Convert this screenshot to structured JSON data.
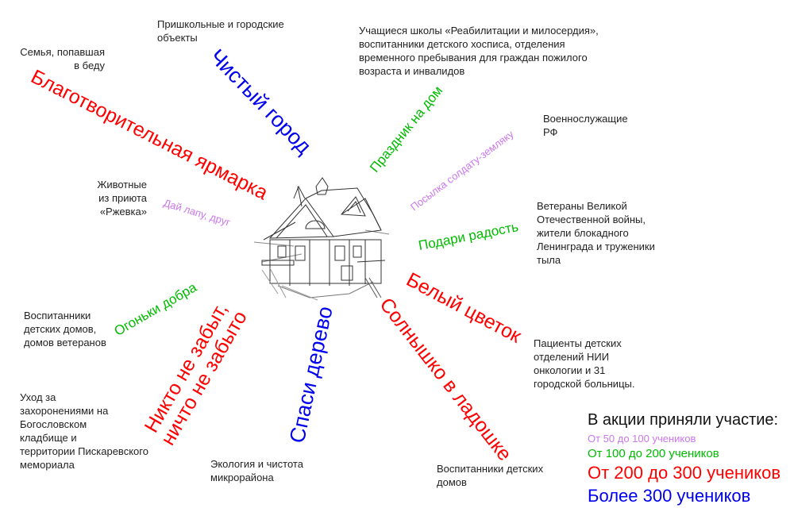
{
  "colors": {
    "purple": "#cc77ee",
    "green": "#00bb00",
    "red": "#ff0000",
    "blue": "#0000ee"
  },
  "actions": {
    "charity_fair": "Благотворительная ярмарка",
    "clean_city": "Чистый город",
    "holiday_home": "Праздник на дом",
    "parcel_soldier": "Посылка солдату-земляку",
    "give_joy": "Подари радость",
    "white_flower": "Белый цветок",
    "sun_palm": "Солнышко в ладошке",
    "save_tree": "Спаси дерево",
    "nobody_forgotten_1": "Никто не забыт,",
    "nobody_forgotten_2": "ничто не забыто",
    "lights_kindness": "Огоньки добра",
    "give_paw": "Дай лапу, друг"
  },
  "targets": {
    "school_city": "Пришкольные и городские\nобъекты",
    "family": "Семья, попавшая\nв беду",
    "students_hospice": "Учащиеся школы «Реабилитации и милосердия»,\nвоспитанники детского хосписа, отделения\nвременного пребывания для граждан пожилого\nвозраста и инвалидов",
    "military": "Военнослужащие\nРФ",
    "animals": "Животные\nиз приюта\n«Ржевка»",
    "veterans": "Ветераны Великой\nОтечественной войны,\nжители блокадного\nЛенинграда и труженики\nтыла",
    "orphans_veterans": "Воспитанники\nдетских домов,\nдомов ветеранов",
    "patients": "Пациенты детских\nотделений НИИ\nонкологии и 31\nгородской больницы.",
    "graves": "Уход за\nзахоронениями на\nБогословском\nкладбище и\nтерритории Пискаревского\nмемориала",
    "ecology": "Экология и чистота\nмикрорайона",
    "orphans": "Воспитанники детских\nдомов"
  },
  "legend": {
    "title": "В акции приняли участие:",
    "items": [
      "От 50 до 100 учеников",
      "От 100 до 200 учеников",
      "От 200 до 300 учеников",
      "Более 300 учеников"
    ]
  }
}
